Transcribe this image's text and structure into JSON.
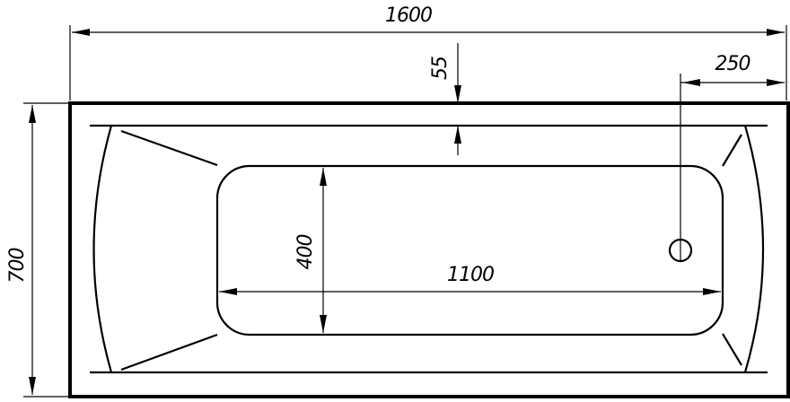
{
  "dimensions": {
    "overall_length": "1600",
    "overall_width": "700",
    "rim_width": "55",
    "drain_offset": "250",
    "basin_width": "400",
    "basin_length": "1100"
  }
}
